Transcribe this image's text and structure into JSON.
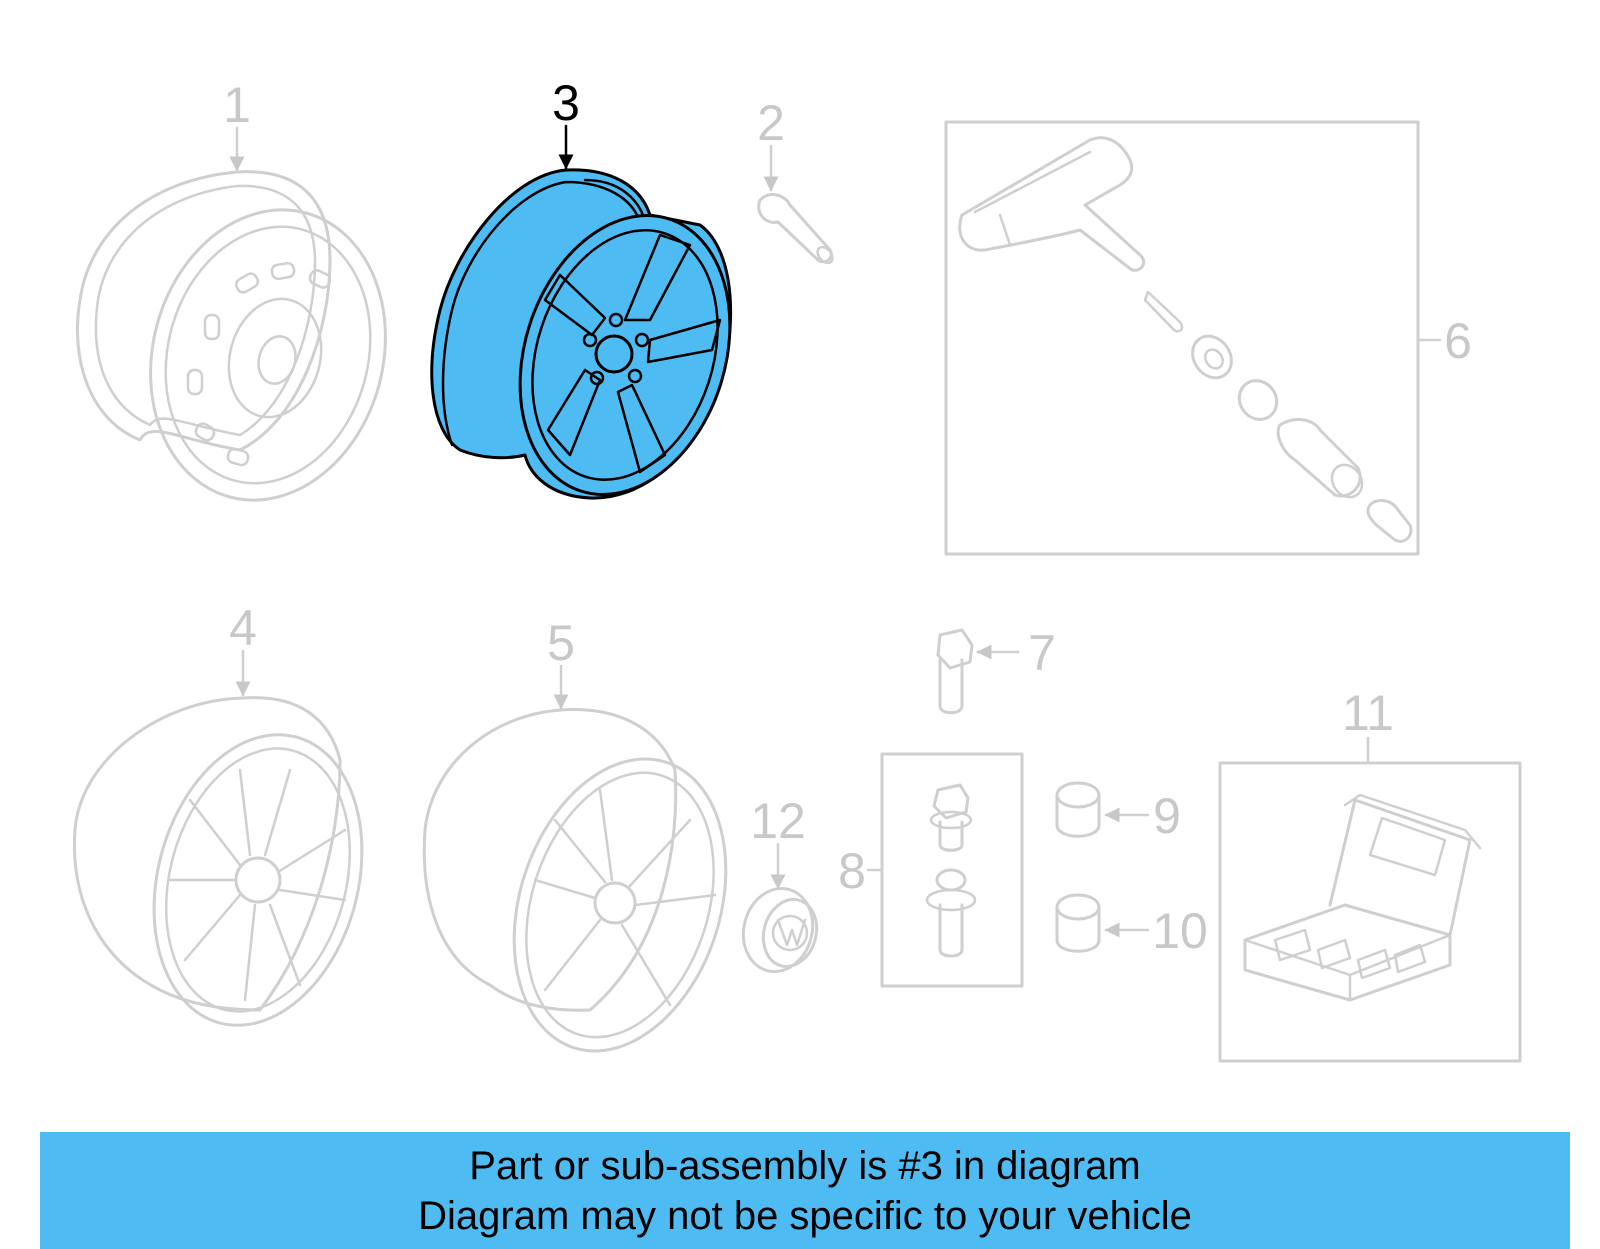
{
  "diagram": {
    "highlight_color": "#4fbbf3",
    "highlighted_part": "3",
    "callouts": {
      "c1": "1",
      "c2": "2",
      "c3": "3",
      "c4": "4",
      "c5": "5",
      "c6": "6",
      "c7": "7",
      "c8": "8",
      "c9": "9",
      "c10": "10",
      "c11": "11",
      "c12": "12"
    }
  },
  "banner": {
    "line1": "Part or sub-assembly is #3 in diagram",
    "line2": "Diagram may not be specific to your vehicle",
    "color": "#4fbbf3"
  }
}
